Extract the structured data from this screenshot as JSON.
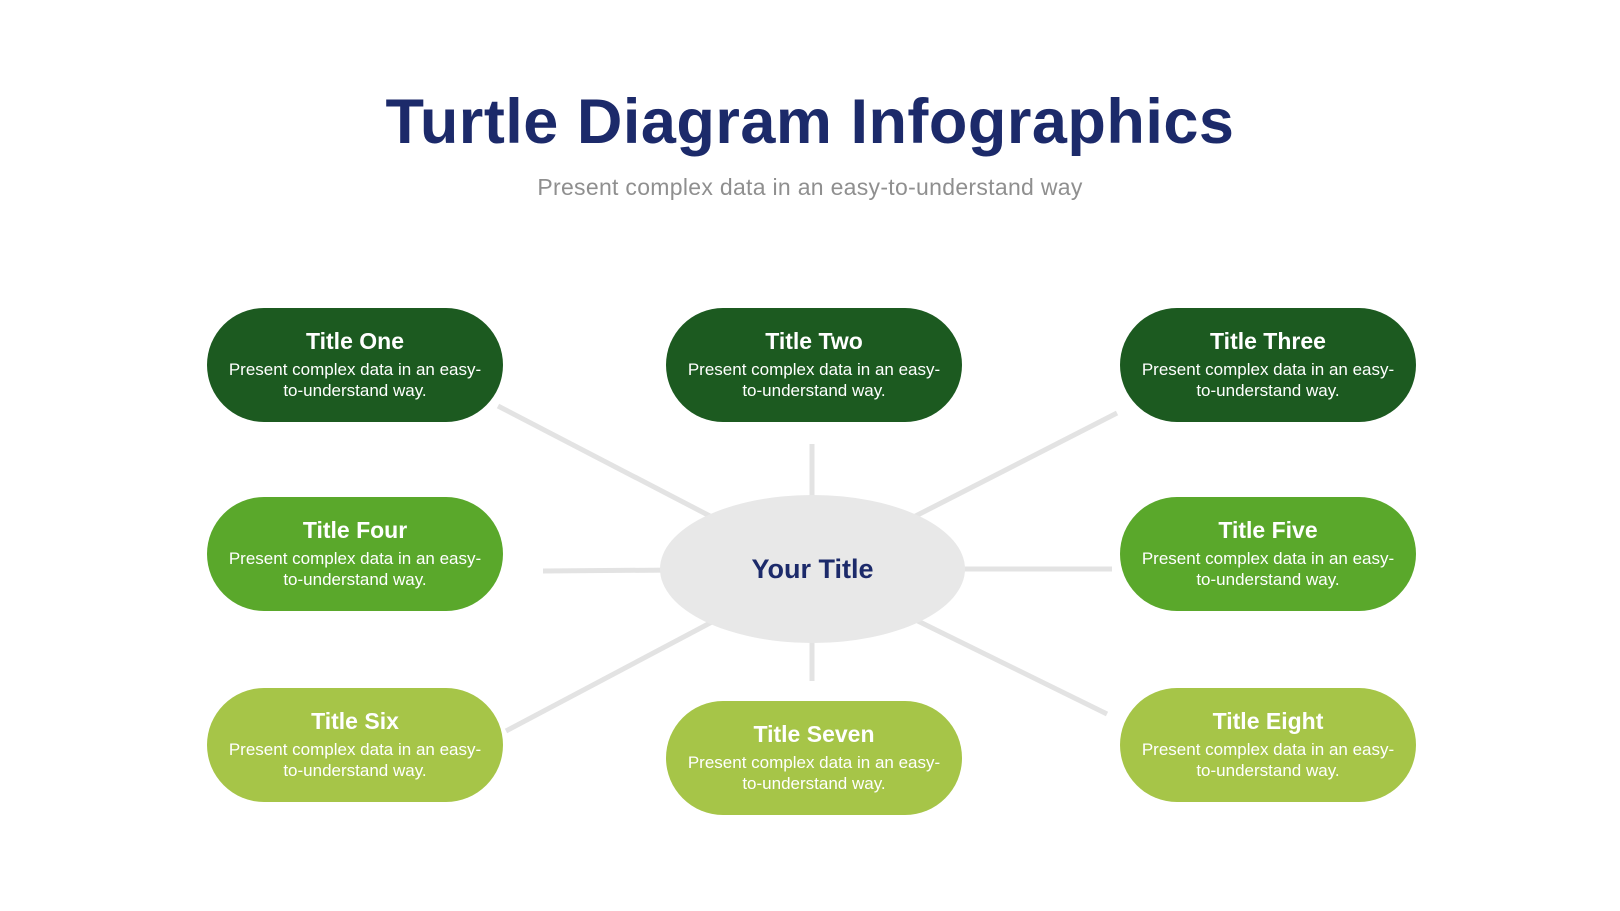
{
  "header": {
    "title": "Turtle Diagram Infographics",
    "subtitle": "Present complex data in an easy-to-understand way"
  },
  "center": {
    "label": "Your Title"
  },
  "cards": [
    {
      "title": "Title One",
      "body": "Present complex data in an easy-to-understand way.",
      "color": "#1c5a20"
    },
    {
      "title": "Title Two",
      "body": "Present complex data in an easy-to-understand way.",
      "color": "#1c5a20"
    },
    {
      "title": "Title Three",
      "body": "Present complex data in an easy-to-understand way.",
      "color": "#1c5a20"
    },
    {
      "title": "Title Four",
      "body": "Present complex data in an easy-to-understand way.",
      "color": "#5aa82b"
    },
    {
      "title": "Title Five",
      "body": "Present complex data in an easy-to-understand way.",
      "color": "#5aa82b"
    },
    {
      "title": "Title Six",
      "body": "Present complex data in an easy-to-understand way.",
      "color": "#a6c548"
    },
    {
      "title": "Title Seven",
      "body": "Present complex data in an easy-to-understand way.",
      "color": "#a6c548"
    },
    {
      "title": "Title Eight",
      "body": "Present complex data in an easy-to-understand way.",
      "color": "#a6c548"
    }
  ],
  "colors": {
    "title_navy": "#1c2a6a",
    "subtitle_gray": "#8f8f8f",
    "dark_green": "#1c5a20",
    "medium_green": "#5aa82b",
    "light_green": "#a6c548",
    "ellipse_gray": "#e8e8e8",
    "line_gray": "#e3e3e3"
  }
}
